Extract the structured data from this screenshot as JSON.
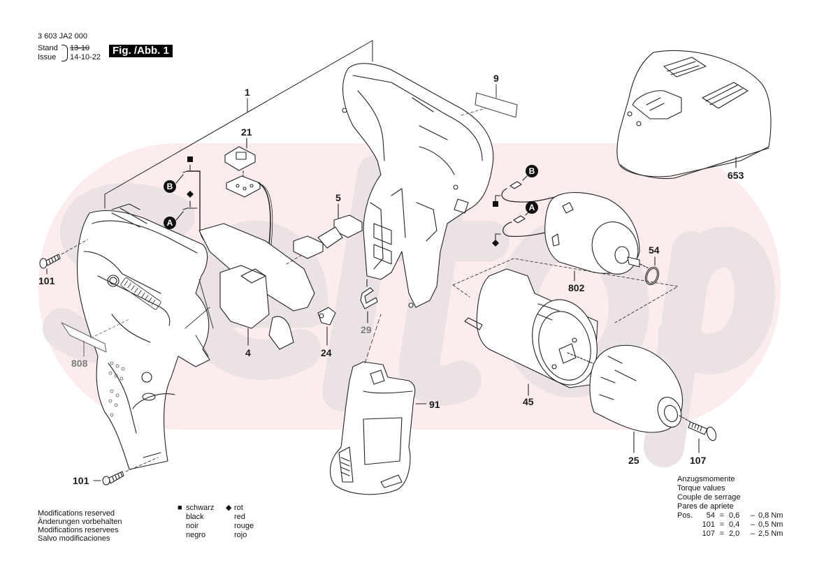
{
  "header": {
    "part_number": "3 603 JA2 000",
    "stand_label": "Stand",
    "issue_label": "Issue",
    "stand_old": "13-10",
    "issue_date": "14-10-22",
    "figure_label": "Fig. /Abb. 1"
  },
  "watermark": {
    "text": "seltop",
    "bg_color": "#fcecee",
    "text_color": "#ebe2e4"
  },
  "parts": {
    "p1": "1",
    "p4": "4",
    "p5": "5",
    "p9": "9",
    "p21": "21",
    "p24": "24",
    "p25": "25",
    "p29": "29",
    "p45": "45",
    "p54": "54",
    "p91": "91",
    "p101a": "101",
    "p101b": "101",
    "p107": "107",
    "p653": "653",
    "p802": "802",
    "p808": "808"
  },
  "connectors": {
    "a_left": "A",
    "b_left": "B",
    "a_right": "A",
    "b_right": "B"
  },
  "notes": {
    "lines": [
      "Modifications reserved",
      "Änderungen vorbehalten",
      "Modifications reservees",
      "Salvo modificaciones"
    ]
  },
  "legend": {
    "black": {
      "symbol": "■",
      "names": [
        "schwarz",
        "black",
        "noir",
        "negro"
      ]
    },
    "red": {
      "symbol": "◆",
      "names": [
        "rot",
        "red",
        "rouge",
        "rojo"
      ]
    }
  },
  "torque": {
    "titles": [
      "Anzugsmomente",
      "Torque values",
      "Couple de serrage",
      "Pares de apriete"
    ],
    "pos_label": "Pos.",
    "rows": [
      {
        "pos": "54",
        "eq": "=",
        "min": "0,6",
        "dash": "–",
        "max": "0,8 Nm"
      },
      {
        "pos": "101",
        "eq": "=",
        "min": "0,4",
        "dash": "–",
        "max": "0,5 Nm"
      },
      {
        "pos": "107",
        "eq": "=",
        "min": "2,0",
        "dash": "–",
        "max": "2,5 Nm"
      }
    ]
  }
}
